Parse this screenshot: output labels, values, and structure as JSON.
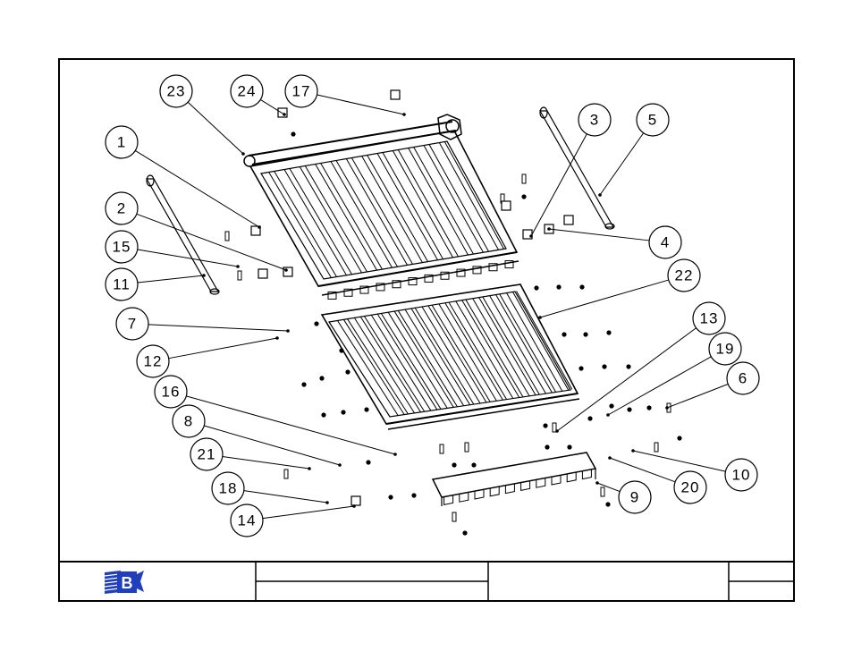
{
  "callouts": [
    "23",
    "24",
    "17",
    "1",
    "2",
    "15",
    "11",
    "3",
    "5",
    "4",
    "22",
    "7",
    "12",
    "13",
    "19",
    "6",
    "16",
    "8",
    "21",
    "18",
    "14",
    "10",
    "20",
    "9"
  ],
  "title_block": {
    "logo": "B",
    "cells": [
      "",
      "",
      "",
      "",
      "",
      ""
    ]
  },
  "colors": {
    "line": "#000000",
    "logo_blue": "#1f3fbf",
    "background": "#ffffff"
  }
}
